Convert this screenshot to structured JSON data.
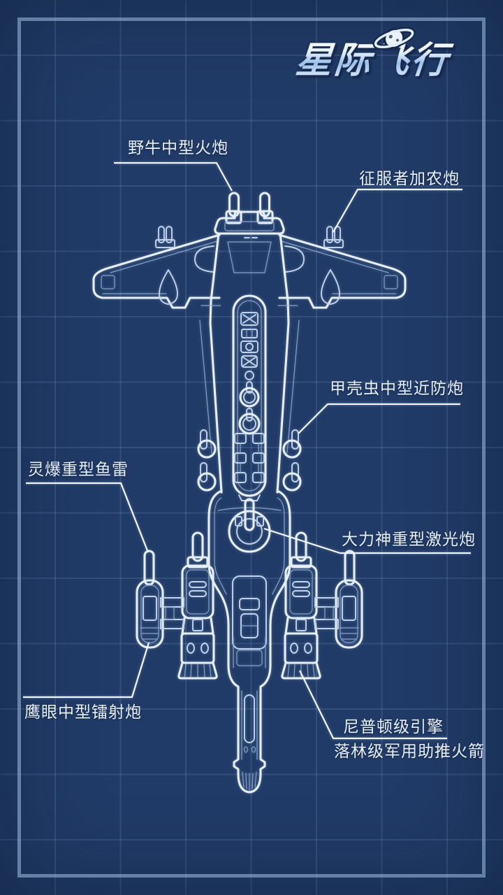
{
  "logo": {
    "text": "星际飞行",
    "planet_icon": "saturn-icon"
  },
  "labels": {
    "bison": "野牛中型火炮",
    "conqueror": "征服者加农炮",
    "beetle": "甲壳虫中型近防炮",
    "torpedo": "灵爆重型鱼雷",
    "hercules": "大力神重型激光炮",
    "hawkeye": "鹰眼中型镭射炮",
    "engine_line1": "尼普顿级引擎",
    "engine_line2": "落林级军用助推火箭"
  },
  "colors": {
    "background": "#203b67",
    "grid_line": "#33507f",
    "frame": "#94b0d6",
    "line_art": "#e6eef9",
    "label_text": "#e9f0fa",
    "logo_gradient_top": "#ffffff",
    "logo_gradient_bottom": "#9cc0ea"
  }
}
